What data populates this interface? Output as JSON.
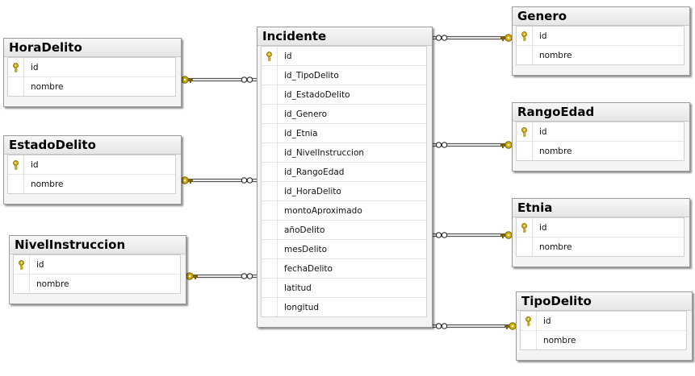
{
  "tables": [
    {
      "key": "incidente",
      "title": "Incidente",
      "columns": [
        "id",
        "id_TipoDelito",
        "id_EstadoDelito",
        "id_Genero",
        "id_Etnia",
        "id_NivelInstruccion",
        "id_RangoEdad",
        "id_HoraDelito",
        "montoAproximado",
        "añoDelito",
        "mesDelito",
        "fechaDelito",
        "latitud",
        "longitud"
      ],
      "primary_key": "id"
    },
    {
      "key": "horadelito",
      "title": "HoraDelito",
      "columns": [
        "id",
        "nombre"
      ],
      "primary_key": "id"
    },
    {
      "key": "estadodelito",
      "title": "EstadoDelito",
      "columns": [
        "id",
        "nombre"
      ],
      "primary_key": "id"
    },
    {
      "key": "nivelinstruccion",
      "title": "NivelInstruccion",
      "columns": [
        "id",
        "nombre"
      ],
      "primary_key": "id"
    },
    {
      "key": "genero",
      "title": "Genero",
      "columns": [
        "id",
        "nombre"
      ],
      "primary_key": "id"
    },
    {
      "key": "rangoedad",
      "title": "RangoEdad",
      "columns": [
        "id",
        "nombre"
      ],
      "primary_key": "id"
    },
    {
      "key": "etnia",
      "title": "Etnia",
      "columns": [
        "id",
        "nombre"
      ],
      "primary_key": "id"
    },
    {
      "key": "tipodelito",
      "title": "TipoDelito",
      "columns": [
        "id",
        "nombre"
      ],
      "primary_key": "id"
    }
  ],
  "relationships": [
    {
      "from": "incidente",
      "to": "horadelito",
      "many_end": "incidente",
      "one_end": "horadelito"
    },
    {
      "from": "incidente",
      "to": "estadodelito",
      "many_end": "incidente",
      "one_end": "estadodelito"
    },
    {
      "from": "incidente",
      "to": "nivelinstruccion",
      "many_end": "incidente",
      "one_end": "nivelinstruccion"
    },
    {
      "from": "incidente",
      "to": "genero",
      "many_end": "incidente",
      "one_end": "genero"
    },
    {
      "from": "incidente",
      "to": "rangoedad",
      "many_end": "incidente",
      "one_end": "rangoedad"
    },
    {
      "from": "incidente",
      "to": "etnia",
      "many_end": "incidente",
      "one_end": "etnia"
    },
    {
      "from": "incidente",
      "to": "tipodelito",
      "many_end": "incidente",
      "one_end": "tipodelito"
    }
  ],
  "colors": {
    "key_icon": "#d4b000",
    "connector": "#555555",
    "title_bg": "#eeeeee",
    "border": "#9a9a9a"
  },
  "icons": {
    "primary_key": "key-icon",
    "one_end": "key-icon",
    "many_end": "infinity-icon"
  }
}
